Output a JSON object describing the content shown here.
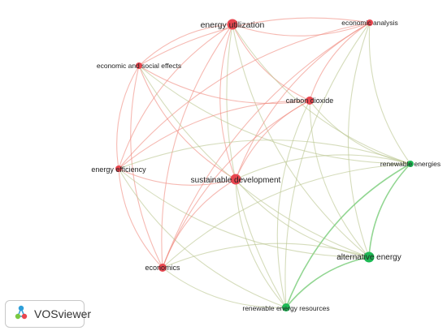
{
  "colors": {
    "cluster_red": "#e8464f",
    "cluster_green": "#1db954",
    "edge_red": "#f08a7e",
    "edge_green": "#7fcf7f",
    "label": "#222222"
  },
  "nodes": [
    {
      "id": "energy_utilization",
      "label": "energy utilization",
      "cluster": "red",
      "size": "large"
    },
    {
      "id": "economic_analysis",
      "label": "economic analysis",
      "cluster": "red",
      "size": "small"
    },
    {
      "id": "economic_social",
      "label": "economic and social effects",
      "cluster": "red",
      "size": "small"
    },
    {
      "id": "carbon_dioxide",
      "label": "carbon dioxide",
      "cluster": "red",
      "size": "medium"
    },
    {
      "id": "renewable_energies",
      "label": "renewable energies",
      "cluster": "green",
      "size": "small"
    },
    {
      "id": "energy_efficiency",
      "label": "energy efficiency",
      "cluster": "red",
      "size": "small"
    },
    {
      "id": "sustainable_development",
      "label": "sustainable development",
      "cluster": "red",
      "size": "large"
    },
    {
      "id": "alternative_energy",
      "label": "alternative energy",
      "cluster": "green",
      "size": "large"
    },
    {
      "id": "economics",
      "label": "economics",
      "cluster": "red",
      "size": "medium"
    },
    {
      "id": "renewable_energy_resources",
      "label": "renewable energy resources",
      "cluster": "green",
      "size": "medium"
    }
  ],
  "edges": [
    [
      "energy_utilization",
      "economic_analysis"
    ],
    [
      "energy_utilization",
      "economic_social"
    ],
    [
      "energy_utilization",
      "carbon_dioxide"
    ],
    [
      "energy_utilization",
      "renewable_energies"
    ],
    [
      "energy_utilization",
      "energy_efficiency"
    ],
    [
      "energy_utilization",
      "sustainable_development"
    ],
    [
      "energy_utilization",
      "alternative_energy"
    ],
    [
      "energy_utilization",
      "economics"
    ],
    [
      "energy_utilization",
      "renewable_energy_resources"
    ],
    [
      "economic_analysis",
      "economic_social"
    ],
    [
      "economic_analysis",
      "carbon_dioxide"
    ],
    [
      "economic_analysis",
      "renewable_energies"
    ],
    [
      "economic_analysis",
      "energy_efficiency"
    ],
    [
      "economic_analysis",
      "sustainable_development"
    ],
    [
      "economic_analysis",
      "alternative_energy"
    ],
    [
      "economic_analysis",
      "economics"
    ],
    [
      "economic_analysis",
      "renewable_energy_resources"
    ],
    [
      "economic_social",
      "carbon_dioxide"
    ],
    [
      "economic_social",
      "renewable_energies"
    ],
    [
      "economic_social",
      "energy_efficiency"
    ],
    [
      "economic_social",
      "sustainable_development"
    ],
    [
      "economic_social",
      "alternative_energy"
    ],
    [
      "economic_social",
      "economics"
    ],
    [
      "carbon_dioxide",
      "renewable_energies"
    ],
    [
      "carbon_dioxide",
      "energy_efficiency"
    ],
    [
      "carbon_dioxide",
      "sustainable_development"
    ],
    [
      "carbon_dioxide",
      "alternative_energy"
    ],
    [
      "carbon_dioxide",
      "economics"
    ],
    [
      "carbon_dioxide",
      "renewable_energy_resources"
    ],
    [
      "renewable_energies",
      "energy_efficiency"
    ],
    [
      "renewable_energies",
      "sustainable_development"
    ],
    [
      "renewable_energies",
      "alternative_energy"
    ],
    [
      "renewable_energies",
      "renewable_energy_resources"
    ],
    [
      "renewable_energies",
      "economics"
    ],
    [
      "energy_efficiency",
      "sustainable_development"
    ],
    [
      "energy_efficiency",
      "alternative_energy"
    ],
    [
      "energy_efficiency",
      "economics"
    ],
    [
      "energy_efficiency",
      "renewable_energy_resources"
    ],
    [
      "sustainable_development",
      "alternative_energy"
    ],
    [
      "sustainable_development",
      "economics"
    ],
    [
      "sustainable_development",
      "renewable_energy_resources"
    ],
    [
      "alternative_energy",
      "renewable_energy_resources"
    ],
    [
      "alternative_energy",
      "economics"
    ],
    [
      "economics",
      "renewable_energy_resources"
    ]
  ],
  "branding": {
    "logo_icon": "vosviewer-logo-icon",
    "name": "VOSviewer"
  }
}
